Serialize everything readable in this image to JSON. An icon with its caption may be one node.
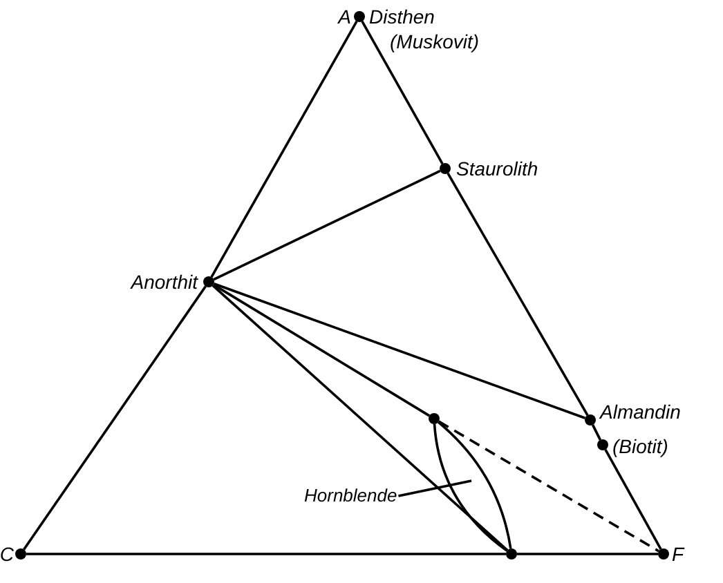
{
  "diagram": {
    "nodes": [
      {
        "text": [],
        "shape": "circle",
        "beside": [
          "A",
          "Disthen",
          "(Muskovit)"
        ]
      },
      {
        "text": [],
        "shape": "circle",
        "beside": [
          "Staurolith"
        ]
      },
      {
        "text": [],
        "shape": "circle",
        "beside": [
          "Anorthit"
        ]
      },
      {
        "text": [],
        "shape": "circle"
      },
      {
        "text": [],
        "shape": "circle",
        "beside": [
          "Almandin"
        ]
      },
      {
        "text": [],
        "shape": "circle",
        "beside": [
          "(Biotit)"
        ]
      },
      {
        "text": [
          "Hornblende"
        ]
      },
      {
        "text": [],
        "shape": "circle",
        "beside": [
          "C"
        ]
      },
      {
        "text": [],
        "shape": "circle"
      },
      {
        "text": [],
        "shape": "circle",
        "beside": [
          "F"
        ]
      }
    ],
    "edges": [
      {
        "from": 0,
        "to": 1,
        "arrow": "none"
      },
      {
        "from": 1,
        "to": 4,
        "arrow": "none"
      },
      {
        "from": 4,
        "to": 5,
        "arrow": "none"
      },
      {
        "from": 5,
        "to": 9,
        "arrow": "none"
      },
      {
        "from": 0,
        "to": 2,
        "arrow": "none"
      },
      {
        "from": 2,
        "to": 7,
        "arrow": "none"
      },
      {
        "from": 7,
        "to": 8,
        "arrow": "none"
      },
      {
        "from": 8,
        "to": 9,
        "arrow": "none"
      },
      {
        "from": 2,
        "to": 1,
        "arrow": "none"
      },
      {
        "from": 2,
        "to": 4,
        "arrow": "none"
      },
      {
        "from": 2,
        "to": 3,
        "arrow": "none"
      },
      {
        "from": 2,
        "to": 8,
        "arrow": "none"
      },
      {
        "from": 3,
        "to": 8,
        "arrow": "none"
      },
      {
        "from": 3,
        "to": 8,
        "arrow": "none"
      },
      {
        "from": 3,
        "to": 9,
        "arrow": "none",
        "style": "dashed"
      },
      {
        "from": 6,
        "to": null,
        "arrow": "none"
      }
    ]
  }
}
